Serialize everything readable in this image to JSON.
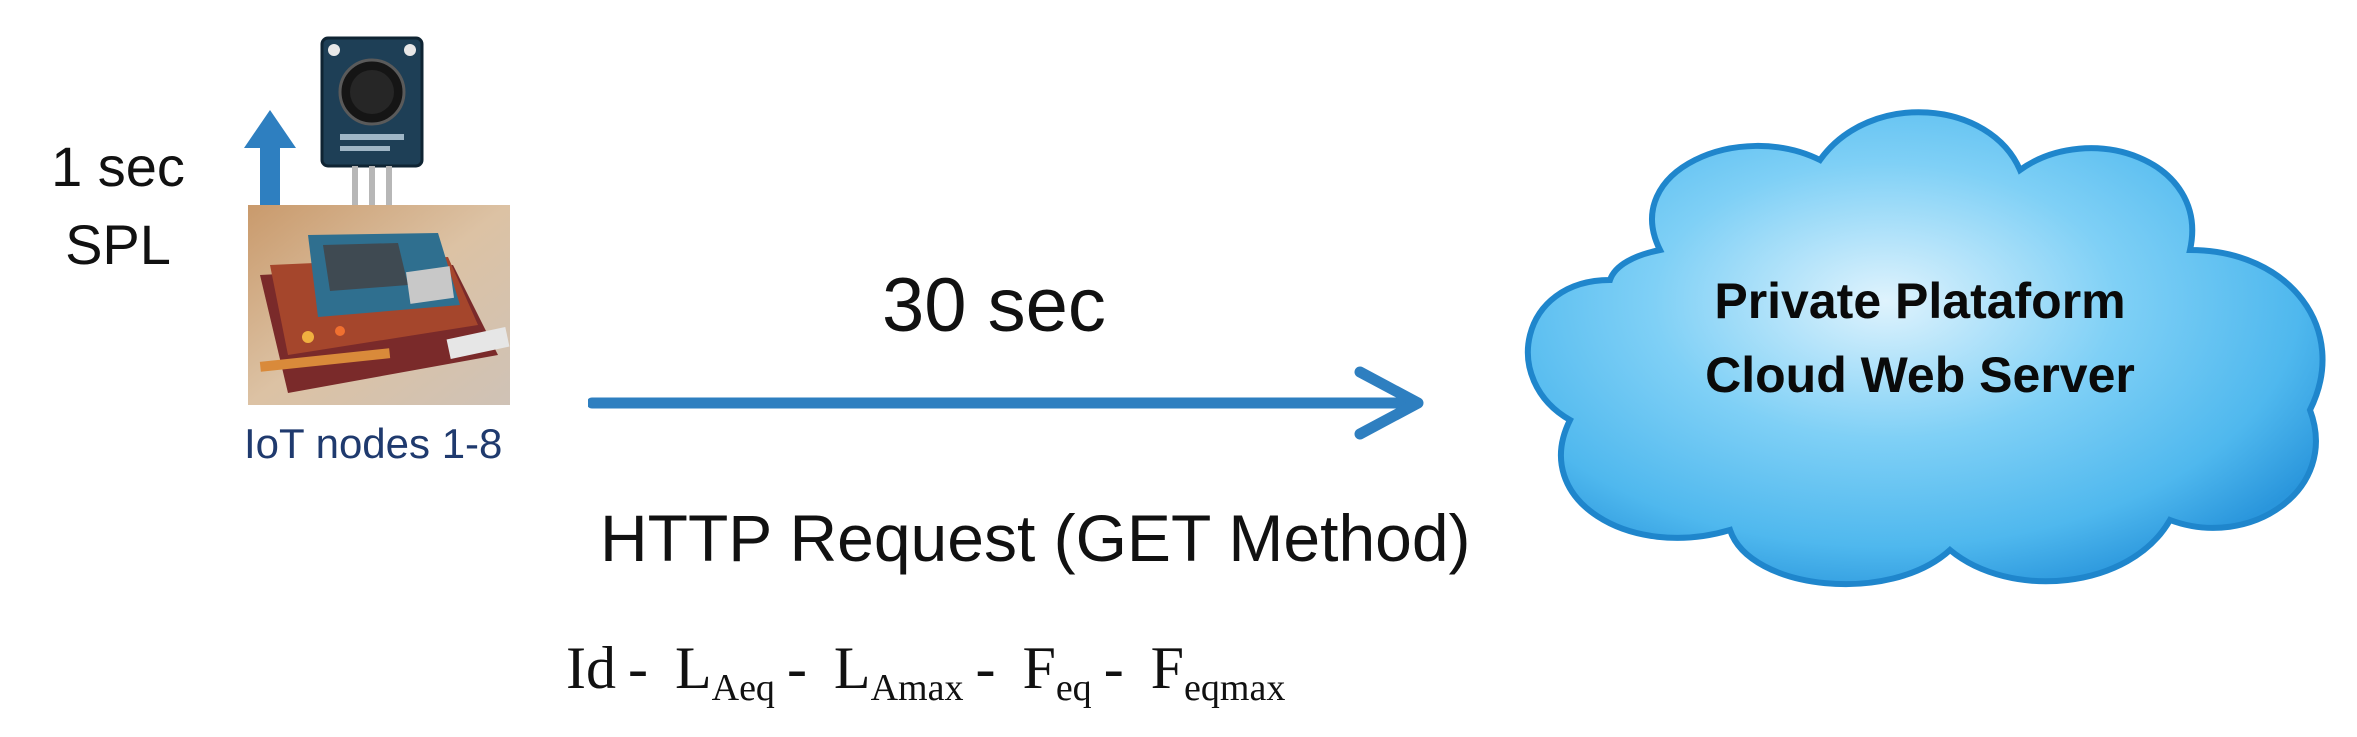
{
  "node": {
    "sampling_line1": "1 sec",
    "sampling_line2": "SPL",
    "label": "IoT nodes 1-8"
  },
  "transfer": {
    "interval": "30 sec",
    "request": "HTTP Request (GET Method)"
  },
  "payload": {
    "id": "Id",
    "separator": "-",
    "laeq_base": "L",
    "laeq_sub": "Aeq",
    "lamax_base": "L",
    "lamax_sub": "Amax",
    "feq_base": "F",
    "feq_sub": "eq",
    "feqmax_base": "F",
    "feqmax_sub": "eqmax"
  },
  "server": {
    "line1": "Private Plataform",
    "line2": "Cloud Web Server"
  },
  "colors": {
    "arrow": "#2e7fc0",
    "cloud_fill": "#4fb8ee",
    "cloud_edge": "#1f86cc",
    "node_label": "#1f3a6e"
  },
  "icons": {
    "sensor": "microphone-sensor-module-icon",
    "board": "microcontroller-board-photo",
    "cloud": "cloud-icon"
  }
}
